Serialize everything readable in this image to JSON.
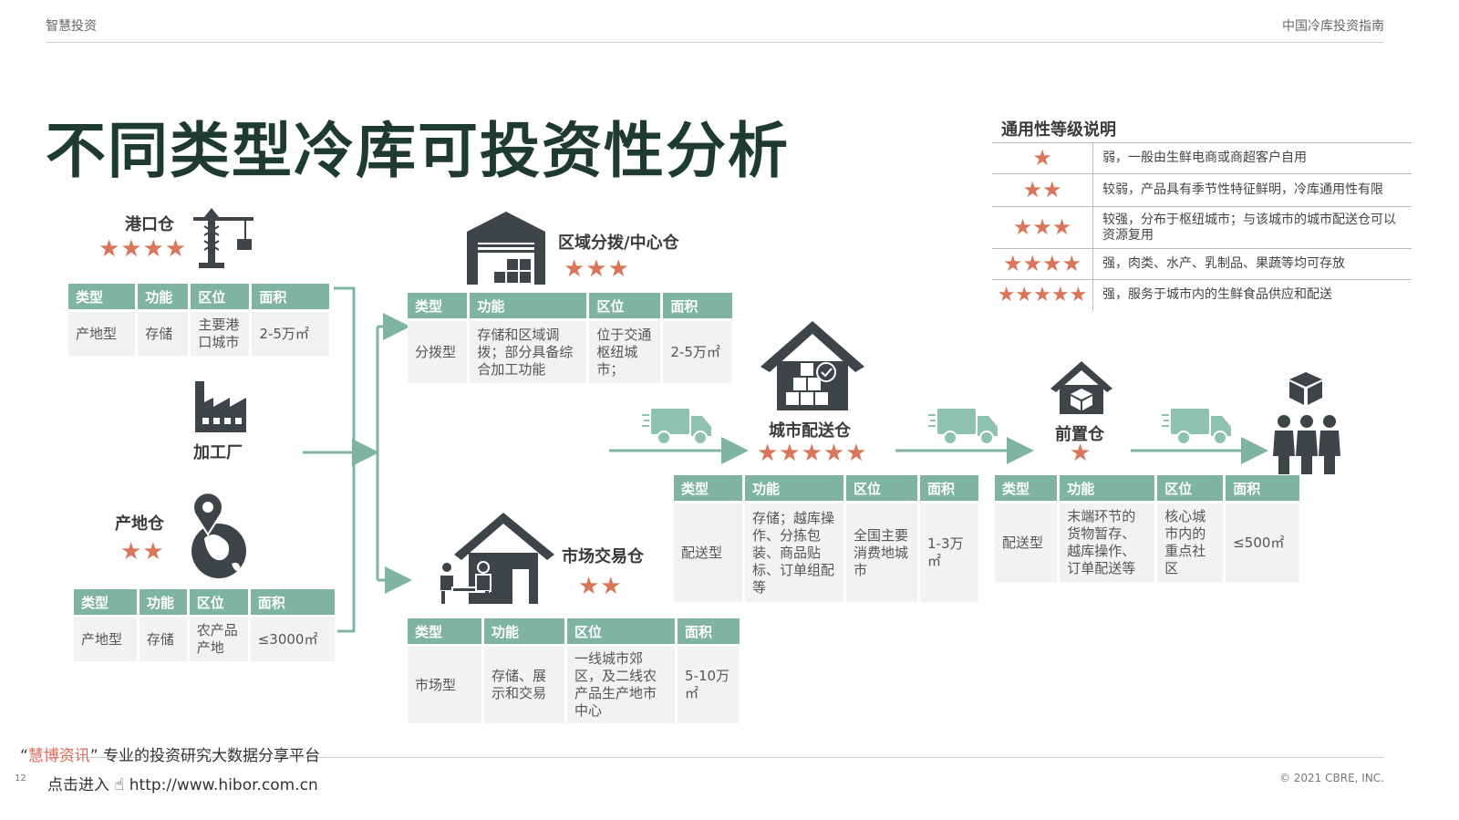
{
  "header": {
    "left": "智慧投资",
    "right": "中国冷库投资指南"
  },
  "title": "不同类型冷库可投资性分析",
  "columns": [
    "类型",
    "功能",
    "区位",
    "面积"
  ],
  "warehouses": {
    "port": {
      "name": "港口仓",
      "stars": "★★★★",
      "row": [
        "产地型",
        "存储",
        "主要港口城市",
        "2-5万㎡"
      ]
    },
    "factory": {
      "name": "加工厂"
    },
    "origin": {
      "name": "产地仓",
      "stars": "★★",
      "row": [
        "产地型",
        "存储",
        "农产品产地",
        "≤3000㎡"
      ]
    },
    "regional": {
      "name": "区域分拨/中心仓",
      "stars": "★★★",
      "row": [
        "分拨型",
        "存储和区域调拨；部分具备综合加工功能",
        "位于交通枢纽城市；",
        "2-5万㎡"
      ]
    },
    "market": {
      "name": "市场交易仓",
      "stars": "★★",
      "row": [
        "市场型",
        "存储、展示和交易",
        "一线城市郊区，及二线农产品生产地市中心",
        "5-10万㎡"
      ]
    },
    "city": {
      "name": "城市配送仓",
      "stars": "★★★★★",
      "row": [
        "配送型",
        "存储；越库操作、分拣包装、商品贴标、订单组配等",
        "全国主要消费地城市",
        "1-3万㎡"
      ]
    },
    "front": {
      "name": "前置仓",
      "stars": "★",
      "row": [
        "配送型",
        "末端环节的货物暂存、越库操作、订单配送等",
        "核心城市内的重点社区",
        "≤500㎡"
      ]
    }
  },
  "legend": {
    "title": "通用性等级说明",
    "rows": [
      {
        "stars": "★",
        "desc": "弱，一般由生鲜电商或商超客户自用"
      },
      {
        "stars": "★★",
        "desc": "较弱，产品具有季节性特征鲜明，冷库通用性有限"
      },
      {
        "stars": "★★★",
        "desc": "较强，分布于枢纽城市；与该城市的城市配送仓可以资源复用"
      },
      {
        "stars": "★★★★",
        "desc": "强，肉类、水产、乳制品、果蔬等均可存放"
      },
      {
        "stars": "★★★★★",
        "desc": "强，服务于城市内的生鲜食品供应和配送"
      }
    ]
  },
  "footer": {
    "watermark_brand": "慧博资讯",
    "watermark_text": "专业的投资研究大数据分享平台",
    "watermark_link_label": "点击进入",
    "watermark_url": "http://www.hibor.com.cn",
    "page": "12",
    "copyright": "© 2021 CBRE, INC."
  },
  "colors": {
    "teal": "#7fb3a3",
    "star": "#d9765a",
    "icon": "#3d4549",
    "title": "#1e3a33"
  }
}
